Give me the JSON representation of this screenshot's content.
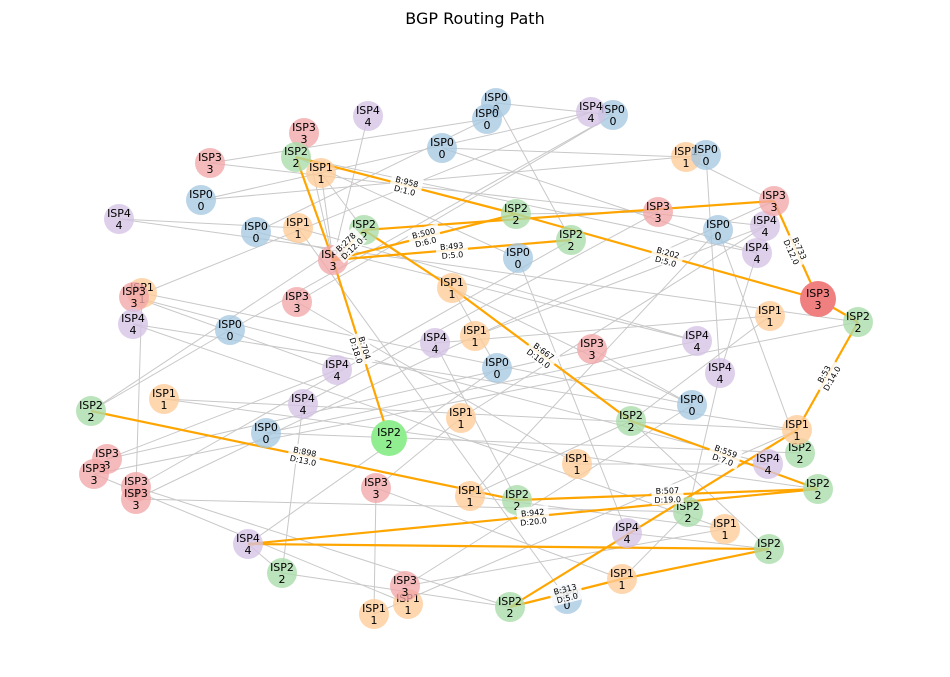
{
  "title": "BGP Routing Path",
  "colors": {
    "ISP0": "#a6c8e2",
    "ISP1": "#ffcc99",
    "ISP2": "#a9dca9",
    "ISP3": "#f2a6a8",
    "ISP4": "#d5c3e6",
    "path": "#ffa500",
    "edge": "#c8c8c8",
    "source": "#90ee90",
    "target": "#f08080"
  },
  "nodes": [
    {
      "id": "n0",
      "isp": "ISP0",
      "asn": "0"
    },
    {
      "id": "n1",
      "isp": "ISP0",
      "asn": "0"
    },
    {
      "id": "n2",
      "isp": "ISP4",
      "asn": "4"
    },
    {
      "id": "n3",
      "isp": "ISP0",
      "asn": "0"
    },
    {
      "id": "n4",
      "isp": "ISP3",
      "asn": "3"
    },
    {
      "id": "n5",
      "isp": "ISP4",
      "asn": "4"
    },
    {
      "id": "n6",
      "isp": "ISP0",
      "asn": "0"
    },
    {
      "id": "n7",
      "isp": "ISP3",
      "asn": "3"
    },
    {
      "id": "n8",
      "isp": "ISP2",
      "asn": "2"
    },
    {
      "id": "n9",
      "isp": "ISP1",
      "asn": "1"
    },
    {
      "id": "n10",
      "isp": "ISP1",
      "asn": "1"
    },
    {
      "id": "n11",
      "isp": "ISP0",
      "asn": "0"
    },
    {
      "id": "n12",
      "isp": "ISP0",
      "asn": "0"
    },
    {
      "id": "n13",
      "isp": "ISP4",
      "asn": "4"
    },
    {
      "id": "n14",
      "isp": "ISP2",
      "asn": "2"
    },
    {
      "id": "n15",
      "isp": "ISP3",
      "asn": "3"
    },
    {
      "id": "n16",
      "isp": "ISP3",
      "asn": "3"
    },
    {
      "id": "n17",
      "isp": "ISP4",
      "asn": "4"
    },
    {
      "id": "n18",
      "isp": "ISP0",
      "asn": "0"
    },
    {
      "id": "n19",
      "isp": "ISP1",
      "asn": "1"
    },
    {
      "id": "n20",
      "isp": "ISP2",
      "asn": "2"
    },
    {
      "id": "n21",
      "isp": "ISP2",
      "asn": "2"
    },
    {
      "id": "n22",
      "isp": "ISP0",
      "asn": "0"
    },
    {
      "id": "n23",
      "isp": "ISP3",
      "asn": "3"
    },
    {
      "id": "n24",
      "isp": "ISP3",
      "asn": "3",
      "role": "target"
    },
    {
      "id": "n25",
      "isp": "ISP1",
      "asn": "1"
    },
    {
      "id": "n26",
      "isp": "ISP0",
      "asn": "0"
    },
    {
      "id": "n27",
      "isp": "ISP4",
      "asn": "4"
    },
    {
      "id": "n28",
      "isp": "ISP3",
      "asn": "3"
    },
    {
      "id": "n29",
      "isp": "ISP2",
      "asn": "2"
    },
    {
      "id": "n30",
      "isp": "ISP4",
      "asn": "4"
    },
    {
      "id": "n31",
      "isp": "ISP0",
      "asn": "0"
    },
    {
      "id": "n32",
      "isp": "ISP1",
      "asn": "1"
    },
    {
      "id": "n33",
      "isp": "ISP3",
      "asn": "3"
    },
    {
      "id": "n34",
      "isp": "ISP1",
      "asn": "1"
    },
    {
      "id": "n35",
      "isp": "ISP1",
      "asn": "1"
    },
    {
      "id": "n36",
      "isp": "ISP4",
      "asn": "4"
    },
    {
      "id": "n37",
      "isp": "ISP3",
      "asn": "3"
    },
    {
      "id": "n38",
      "isp": "ISP4",
      "asn": "4"
    },
    {
      "id": "n39",
      "isp": "ISP4",
      "asn": "4"
    },
    {
      "id": "n40",
      "isp": "ISP0",
      "asn": "0"
    },
    {
      "id": "n41",
      "isp": "ISP4",
      "asn": "4"
    },
    {
      "id": "n42",
      "isp": "ISP1",
      "asn": "1"
    },
    {
      "id": "n43",
      "isp": "ISP2",
      "asn": "2"
    },
    {
      "id": "n44",
      "isp": "ISP2",
      "asn": "2",
      "role": "source"
    },
    {
      "id": "n45",
      "isp": "ISP4",
      "asn": "4"
    },
    {
      "id": "n46",
      "isp": "ISP1",
      "asn": "1"
    },
    {
      "id": "n47",
      "isp": "ISP2",
      "asn": "2"
    },
    {
      "id": "n48",
      "isp": "ISP0",
      "asn": "0"
    },
    {
      "id": "n49",
      "isp": "ISP0",
      "asn": "0"
    },
    {
      "id": "n50",
      "isp": "ISP2",
      "asn": "2"
    },
    {
      "id": "n51",
      "isp": "ISP4",
      "asn": "4"
    },
    {
      "id": "n52",
      "isp": "ISP3",
      "asn": "3"
    },
    {
      "id": "n53",
      "isp": "ISP1",
      "asn": "1"
    },
    {
      "id": "n54",
      "isp": "ISP1",
      "asn": "1"
    },
    {
      "id": "n55",
      "isp": "ISP3",
      "asn": "3"
    },
    {
      "id": "n56",
      "isp": "ISP3",
      "asn": "3"
    },
    {
      "id": "n57",
      "isp": "ISP3",
      "asn": "3"
    },
    {
      "id": "n58",
      "isp": "ISP3",
      "asn": "3"
    },
    {
      "id": "n59",
      "isp": "ISP1",
      "asn": "1"
    },
    {
      "id": "n60",
      "isp": "ISP2",
      "asn": "2"
    },
    {
      "id": "n61",
      "isp": "ISP2",
      "asn": "2"
    },
    {
      "id": "n62",
      "isp": "ISP2",
      "asn": "2"
    },
    {
      "id": "n63",
      "isp": "ISP4",
      "asn": "4"
    },
    {
      "id": "n64",
      "isp": "ISP4",
      "asn": "4"
    },
    {
      "id": "n65",
      "isp": "ISP1",
      "asn": "1"
    },
    {
      "id": "n66",
      "isp": "ISP2",
      "asn": "2"
    },
    {
      "id": "n67",
      "isp": "ISP2",
      "asn": "2"
    },
    {
      "id": "n68",
      "isp": "ISP1",
      "asn": "1"
    },
    {
      "id": "n69",
      "isp": "ISP1",
      "asn": "1"
    },
    {
      "id": "n70",
      "isp": "ISP3",
      "asn": "3"
    },
    {
      "id": "n71",
      "isp": "ISP1",
      "asn": "1"
    },
    {
      "id": "n72",
      "isp": "ISP2",
      "asn": "2"
    },
    {
      "id": "n73",
      "isp": "ISP0",
      "asn": "0"
    }
  ],
  "edges": [
    [
      "n0",
      "n3"
    ],
    [
      "n1",
      "n18"
    ],
    [
      "n2",
      "n16"
    ],
    [
      "n3",
      "n31"
    ],
    [
      "n4",
      "n16"
    ],
    [
      "n5",
      "n28"
    ],
    [
      "n6",
      "n10"
    ],
    [
      "n7",
      "n17"
    ],
    [
      "n8",
      "n27"
    ],
    [
      "n9",
      "n20"
    ],
    [
      "n11",
      "n12"
    ],
    [
      "n13",
      "n19"
    ],
    [
      "n14",
      "n15"
    ],
    [
      "n15",
      "n45"
    ],
    [
      "n17",
      "n46"
    ],
    [
      "n18",
      "n38"
    ],
    [
      "n19",
      "n73"
    ],
    [
      "n20",
      "n43"
    ],
    [
      "n21",
      "n57"
    ],
    [
      "n22",
      "n59"
    ],
    [
      "n23",
      "n35"
    ],
    [
      "n25",
      "n48"
    ],
    [
      "n26",
      "n64"
    ],
    [
      "n27",
      "n41"
    ],
    [
      "n28",
      "n39"
    ],
    [
      "n29",
      "n55"
    ],
    [
      "n30",
      "n53"
    ],
    [
      "n32",
      "n40"
    ],
    [
      "n33",
      "n54"
    ],
    [
      "n34",
      "n47"
    ],
    [
      "n35",
      "n58"
    ],
    [
      "n36",
      "n60"
    ],
    [
      "n37",
      "n48"
    ],
    [
      "n38",
      "n49"
    ],
    [
      "n39",
      "n52"
    ],
    [
      "n40",
      "n63"
    ],
    [
      "n41",
      "n62"
    ],
    [
      "n42",
      "n61"
    ],
    [
      "n45",
      "n66"
    ],
    [
      "n46",
      "n56"
    ],
    [
      "n47",
      "n67"
    ],
    [
      "n48",
      "n70"
    ],
    [
      "n49",
      "n50"
    ],
    [
      "n51",
      "n54"
    ],
    [
      "n53",
      "n69"
    ],
    [
      "n55",
      "n68"
    ],
    [
      "n56",
      "n71"
    ],
    [
      "n57",
      "n72"
    ],
    [
      "n58",
      "n62"
    ],
    [
      "n59",
      "n65"
    ],
    [
      "n60",
      "n61"
    ],
    [
      "n61",
      "n63"
    ],
    [
      "n63",
      "n66"
    ],
    [
      "n64",
      "n67"
    ],
    [
      "n65",
      "n70"
    ],
    [
      "n66",
      "n72"
    ],
    [
      "n0",
      "n21"
    ],
    [
      "n1",
      "n7"
    ],
    [
      "n3",
      "n33"
    ],
    [
      "n5",
      "n12"
    ],
    [
      "n6",
      "n27"
    ],
    [
      "n8",
      "n26"
    ],
    [
      "n9",
      "n16"
    ],
    [
      "n10",
      "n23"
    ],
    [
      "n11",
      "n41"
    ],
    [
      "n13",
      "n29"
    ],
    [
      "n17",
      "n35"
    ],
    [
      "n19",
      "n38"
    ],
    [
      "n22",
      "n50"
    ],
    [
      "n25",
      "n57"
    ],
    [
      "n28",
      "n51"
    ],
    [
      "n30",
      "n65"
    ],
    [
      "n31",
      "n43"
    ],
    [
      "n32",
      "n48"
    ],
    [
      "n34",
      "n36"
    ],
    [
      "n37",
      "n52"
    ],
    [
      "n42",
      "n53"
    ],
    [
      "n47",
      "n59"
    ],
    [
      "n56",
      "n69"
    ],
    [
      "n62",
      "n71"
    ]
  ],
  "path_edges": [
    {
      "from": "n44",
      "to": "n16",
      "label_b": "B:704",
      "label_d": "D:18.0"
    },
    {
      "from": "n16",
      "to": "n20",
      "label_b": "B:278",
      "label_d": "D:12.0"
    },
    {
      "from": "n16",
      "to": "n21",
      "label_b": "B:493",
      "label_d": "D:5.0"
    },
    {
      "from": "n16",
      "to": "n14",
      "label_b": "B:500",
      "label_d": "D:6.0"
    },
    {
      "from": "n8",
      "to": "n14",
      "label_b": "B:958",
      "label_d": "D:1.0"
    },
    {
      "from": "n8",
      "to": "n16",
      "label_b": "",
      "label_d": ""
    },
    {
      "from": "n14",
      "to": "n24",
      "label_b": "B:202",
      "label_d": "D:5.0"
    },
    {
      "from": "n20",
      "to": "n23",
      "label_b": "",
      "label_d": ""
    },
    {
      "from": "n23",
      "to": "n24",
      "label_b": "B:733",
      "label_d": "D:12.0"
    },
    {
      "from": "n20",
      "to": "n32",
      "label_b": "",
      "label_d": ""
    },
    {
      "from": "n32",
      "to": "n47",
      "label_b": "B:667",
      "label_d": "D:10.0"
    },
    {
      "from": "n24",
      "to": "n29",
      "label_b": "",
      "label_d": ""
    },
    {
      "from": "n29",
      "to": "n53",
      "label_b": "B:53",
      "label_d": "D:14.0"
    },
    {
      "from": "n53",
      "to": "n72",
      "label_b": "",
      "label_d": ""
    },
    {
      "from": "n72",
      "to": "n71",
      "label_b": "B:313",
      "label_d": "D:5.0"
    },
    {
      "from": "n71",
      "to": "n67",
      "label_b": "",
      "label_d": ""
    },
    {
      "from": "n67",
      "to": "n63",
      "label_b": "",
      "label_d": ""
    },
    {
      "from": "n63",
      "to": "n61",
      "label_b": "B:942",
      "label_d": "D:20.0"
    },
    {
      "from": "n47",
      "to": "n61",
      "label_b": "B:559",
      "label_d": "D:7.0"
    },
    {
      "from": "n43",
      "to": "n60",
      "label_b": "B:898",
      "label_d": "D:13.0"
    },
    {
      "from": "n60",
      "to": "n61",
      "label_b": "B:507",
      "label_d": "D:19.0"
    }
  ]
}
